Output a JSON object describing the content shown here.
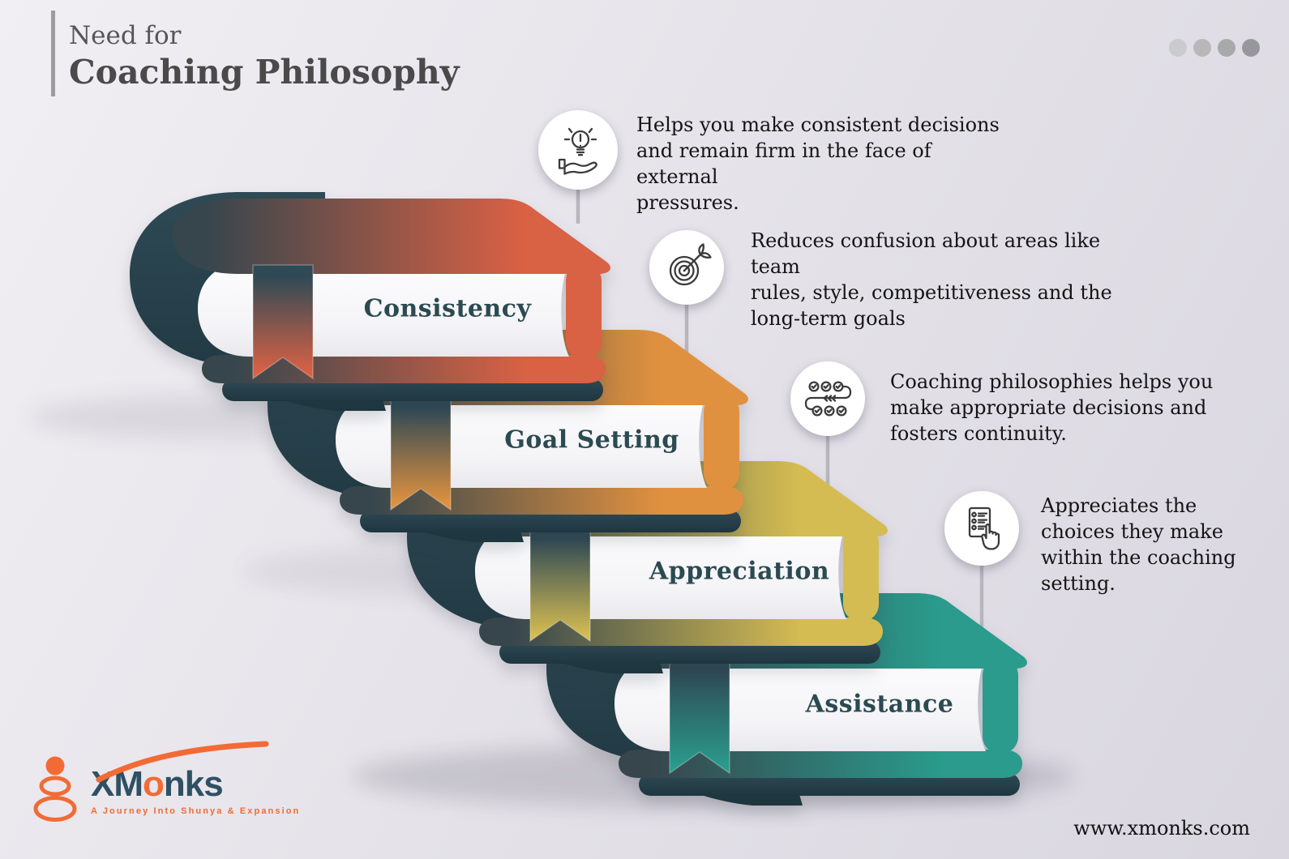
{
  "header": {
    "title_line1": "Need for",
    "title_line2": "Coaching Philosophy"
  },
  "pagination_dots": {
    "count": 4,
    "colors": [
      "#cacbcd",
      "#b7b8ba",
      "#a8a9ab",
      "#97989b"
    ]
  },
  "items": [
    {
      "label": "Consistency",
      "description": "Helps you make consistent decisions\nand remain firm in the face of external\npressures.",
      "icon": "bulb-in-hand-icon",
      "cover_color": "#D96144"
    },
    {
      "label": "Goal Setting",
      "description": "Reduces confusion about areas like team\nrules, style, competitiveness and the\nlong-term goals",
      "icon": "target-arrow-icon",
      "cover_color": "#E0913F"
    },
    {
      "label": "Appreciation",
      "description": "Coaching philosophies helps you\nmake appropriate decisions and\nfosters continuity.",
      "icon": "process-checklist-icon",
      "cover_color": "#D5BC52"
    },
    {
      "label": "Assistance",
      "description": "Appreciates the\nchoices they make\nwithin the coaching\nsetting.",
      "icon": "tap-checklist-icon",
      "cover_color": "#2A9B8C"
    }
  ],
  "colors": {
    "book_dark": "#2F4A55",
    "book_dark_edge": "#1E3640",
    "cover_dark_blend": "#37464D",
    "page": "#F7F6F8",
    "label_text": "#2B4A52",
    "body_text": "#141414",
    "accent_orange": "#F26B35",
    "brand_teal": "#2F5063",
    "stem_gray": "#b8b6bd"
  },
  "footer": {
    "brand_x": "X",
    "brand_m": "M",
    "brand_o": "o",
    "brand_nks": "nks",
    "tagline": "A Journey Into Shunya & Expansion",
    "website": "www.xmonks.com"
  }
}
